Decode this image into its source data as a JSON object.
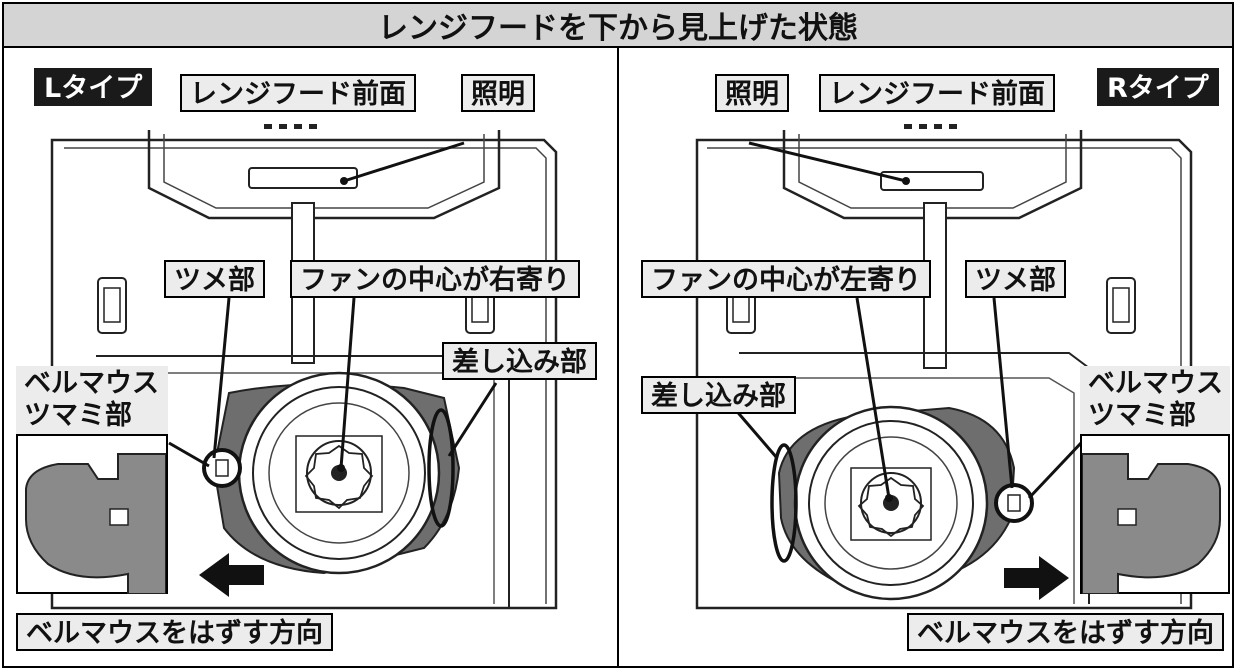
{
  "header": {
    "title": "レンジフードを下から見上げた状態"
  },
  "left": {
    "type_label": "Lタイプ",
    "front_label": "レンジフード前面",
    "light_label": "照明",
    "claw_label": "ツメ部",
    "fan_label": "ファンの中心が右寄り",
    "insert_label": "差し込み部",
    "knob_label_1": "ベルマウス",
    "knob_label_2": "ツマミ部",
    "direction_label": "ベルマウスをはずす方向"
  },
  "right": {
    "type_label": "Rタイプ",
    "front_label": "レンジフード前面",
    "light_label": "照明",
    "claw_label": "ツメ部",
    "fan_label": "ファンの中心が左寄り",
    "insert_label": "差し込み部",
    "knob_label_1": "ベルマウス",
    "knob_label_2": "ツマミ部",
    "direction_label": "ベルマウスをはずす方向"
  },
  "colors": {
    "label_bg": "#ececec",
    "header_bg": "#d4d4d4",
    "dark": "#1a1a1a",
    "fan_gray": "#6e6e6e"
  }
}
